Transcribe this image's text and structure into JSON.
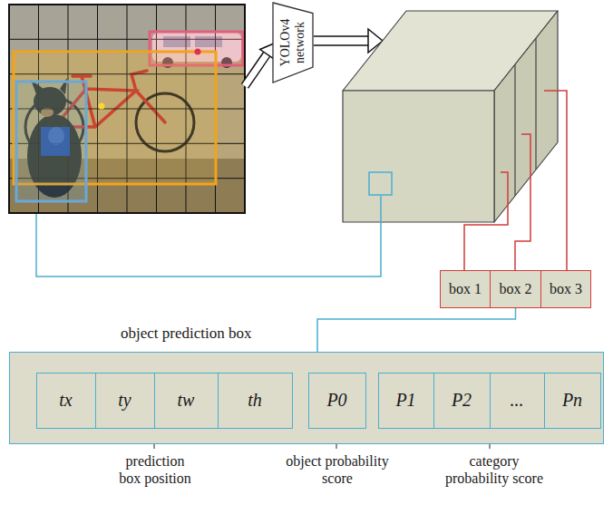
{
  "diagram": {
    "nodes": [
      {
        "text": [
          "YOLOv4 network"
        ]
      },
      {
        "text": [
          "box 1"
        ]
      },
      {
        "text": [
          "box 2"
        ]
      },
      {
        "text": [
          "box 3"
        ]
      },
      {
        "text": [
          "object prediction box"
        ]
      },
      {
        "text": [
          "tx"
        ],
        "in": 4
      },
      {
        "text": [
          "ty"
        ],
        "in": 4
      },
      {
        "text": [
          "tw"
        ],
        "in": 4
      },
      {
        "text": [
          "th"
        ],
        "in": 4
      },
      {
        "text": [
          "P0"
        ],
        "in": 4
      },
      {
        "text": [
          "P1"
        ],
        "in": 4
      },
      {
        "text": [
          "P2"
        ],
        "in": 4
      },
      {
        "text": [
          "..."
        ],
        "in": 4
      },
      {
        "text": [
          "Pn"
        ],
        "in": 4
      }
    ],
    "edges": [
      {
        "from": 2,
        "to": 4,
        "arrow": "none"
      }
    ],
    "labels": [
      "prediction box position",
      "object probability score",
      "category probability score"
    ]
  }
}
